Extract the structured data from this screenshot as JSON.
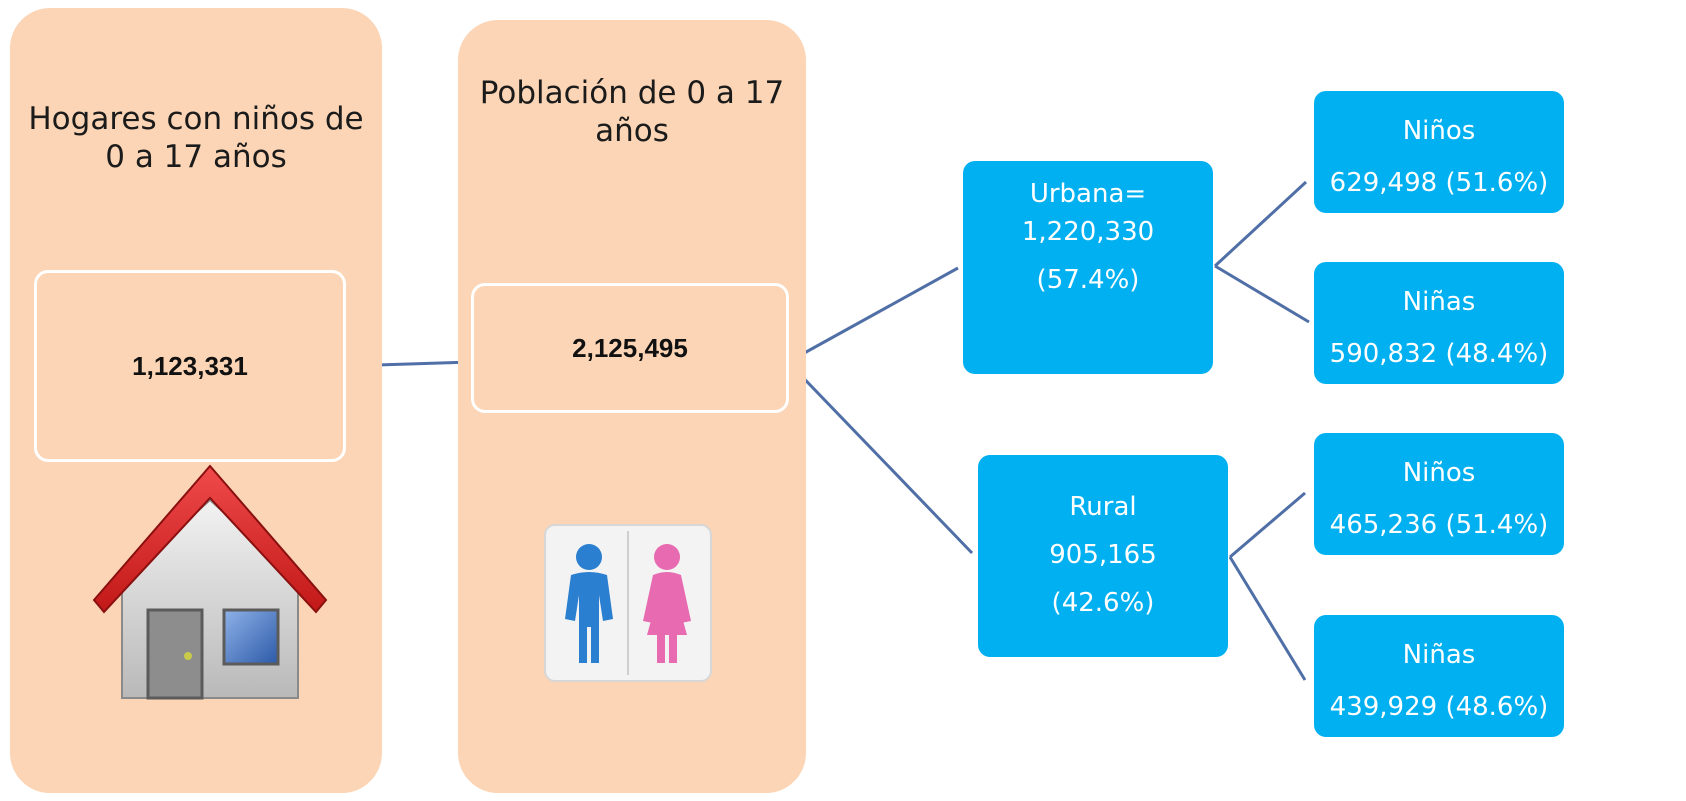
{
  "hogares": {
    "title": "Hogares con niños de 0 a 17 años",
    "value": "1,123,331",
    "icon": "house-icon"
  },
  "poblacion": {
    "title": "Población de  0 a 17 años",
    "value": "2,125,495",
    "icon": "boy-girl-icon"
  },
  "urbana": {
    "line1": "Urbana=",
    "line2": "1,220,330",
    "line3": "(57.4%)",
    "ninos": {
      "label": "Niños",
      "value": "629,498 (51.6%)"
    },
    "ninas": {
      "label": "Niñas",
      "value": "590,832 (48.4%)"
    }
  },
  "rural": {
    "line1": "Rural",
    "line2": "905,165",
    "line3": "(42.6%)",
    "ninos": {
      "label": "Niños",
      "value": "465,236 (51.4%)"
    },
    "ninas": {
      "label": "Niñas",
      "value": "439,929 (48.6%)"
    }
  },
  "colors": {
    "panel": "#fbd5b5",
    "box": "#00b0f0",
    "connector": "#4f6fa6"
  }
}
